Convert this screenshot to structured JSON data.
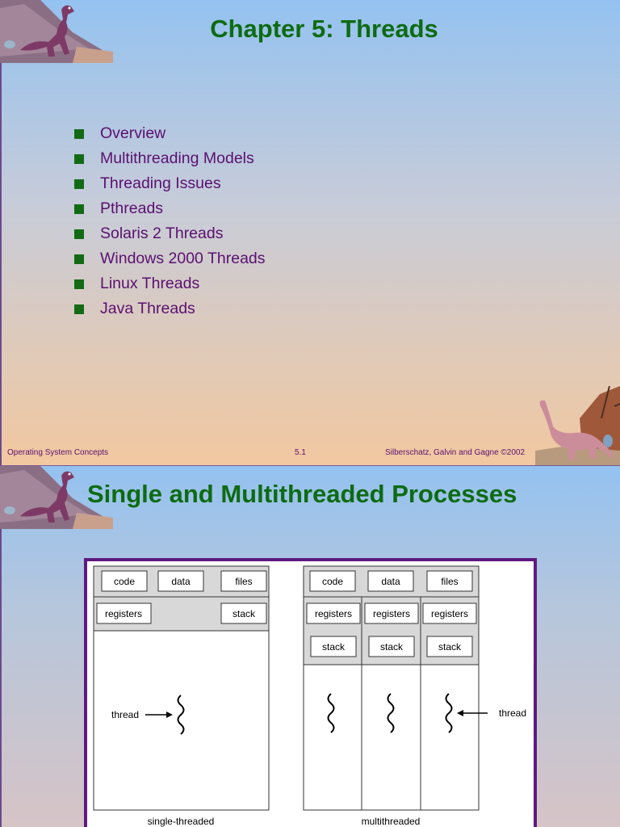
{
  "slide1": {
    "title": "Chapter 5: Threads",
    "bullets": [
      "Overview",
      "Multithreading Models",
      "Threading Issues",
      "Pthreads",
      "Solaris 2 Threads",
      "Windows 2000 Threads",
      "Linux Threads",
      "Java Threads"
    ],
    "footer_left": "Operating System Concepts",
    "footer_center": "5.1",
    "footer_right": "Silberschatz, Galvin and  Gagne ©2002"
  },
  "slide2": {
    "title": "Single and Multithreaded Processes",
    "single": {
      "code": "code",
      "data": "data",
      "files": "files",
      "registers": "registers",
      "stack": "stack",
      "thread_label": "thread",
      "caption": "single-threaded"
    },
    "multi": {
      "code": "code",
      "data": "data",
      "files": "files",
      "registers": [
        "registers",
        "registers",
        "registers"
      ],
      "stacks": [
        "stack",
        "stack",
        "stack"
      ],
      "thread_label": "thread",
      "caption": "multithreaded"
    }
  },
  "colors": {
    "title": "#0e6b12",
    "bullet_text": "#5a1070",
    "bullet_square": "#126b14",
    "frame": "#5e1a80"
  },
  "icons": {
    "logo": "dinosaur-logo-icon",
    "corner": "brontosaurus-icon"
  }
}
